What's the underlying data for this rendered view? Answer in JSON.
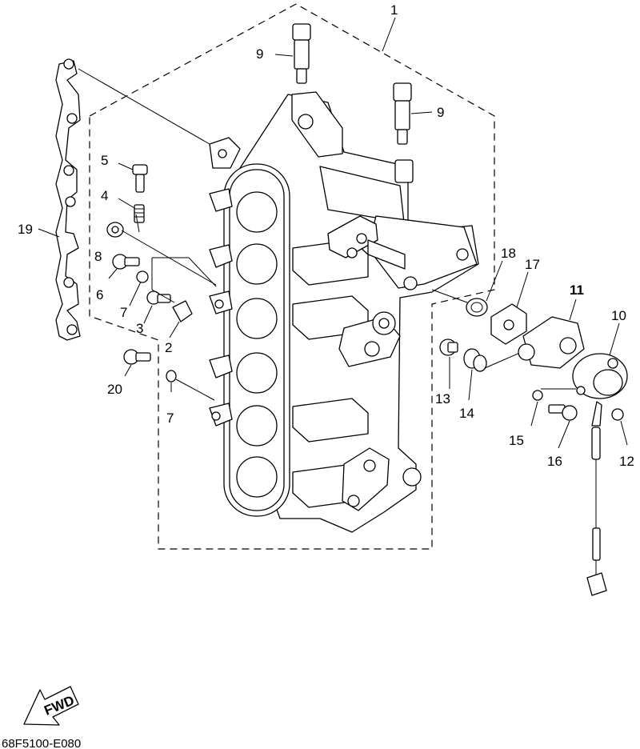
{
  "diagram": {
    "callouts": {
      "c1": "1",
      "c2": "2",
      "c3": "3",
      "c4": "4",
      "c5": "5",
      "c6": "6",
      "c7a": "7",
      "c7b": "7",
      "c8": "8",
      "c9a": "9",
      "c9b": "9",
      "c10": "10",
      "c11": "11",
      "c12": "12",
      "c13": "13",
      "c14": "14",
      "c15": "15",
      "c16": "16",
      "c17": "17",
      "c18": "18",
      "c19": "19",
      "c20": "20"
    },
    "fwd_label": "FWD",
    "code": "68F5100-E080"
  }
}
